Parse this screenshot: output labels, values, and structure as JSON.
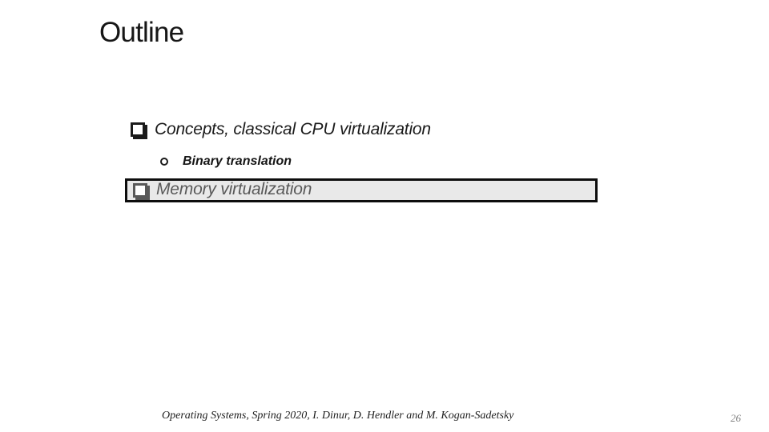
{
  "slide": {
    "title": "Outline",
    "bullets": {
      "concepts": {
        "text": "Concepts, classical CPU virtualization",
        "bullet_icon": "shadowed-square"
      },
      "binary_translation": {
        "text": "Binary translation",
        "bullet_icon": "circle-outline"
      },
      "memory": {
        "text": "Memory virtualization",
        "bullet_icon": "shadowed-square",
        "highlighted": true
      }
    },
    "footer": {
      "credits": "Operating Systems, Spring 2020, I. Dinur, D. Hendler and M. Kogan-Sadetsky",
      "page_number": "26"
    },
    "colors": {
      "background": "#ffffff",
      "body_text": "#1a1a1a",
      "highlight_fill": "#e9e9e9",
      "highlight_border": "#0d0d0d",
      "highlight_text": "#595959",
      "page_number_text": "#828282"
    }
  }
}
